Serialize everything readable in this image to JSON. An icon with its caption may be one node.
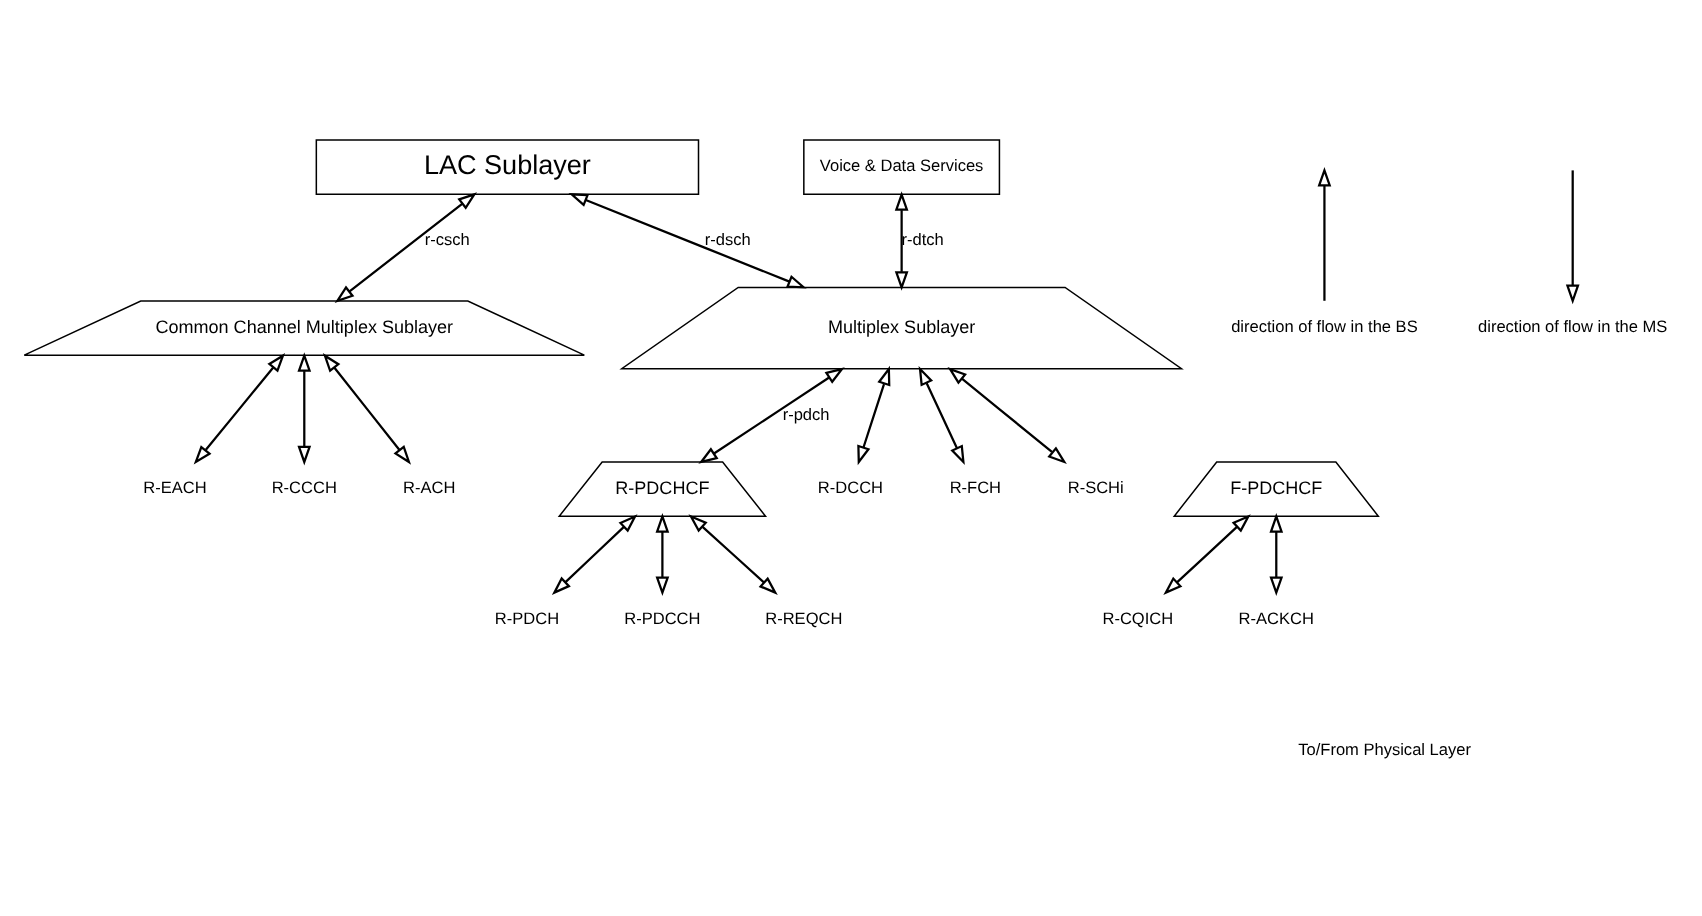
{
  "diagram": {
    "nodes": [
      {
        "text": [
          "LAC Sublayer"
        ]
      },
      {
        "text": [
          "Voice & Data Services"
        ]
      },
      {
        "text": [
          "Common Channel Multiplex Sublayer"
        ]
      },
      {
        "text": [
          "Multiplex Sublayer"
        ]
      },
      {
        "text": [
          "R-PDCHCF"
        ]
      },
      {
        "text": [
          "F-PDCHCF"
        ]
      },
      {
        "text": [
          "R-EACH"
        ]
      },
      {
        "text": [
          "R-CCCH"
        ]
      },
      {
        "text": [
          "R-ACH"
        ]
      },
      {
        "text": [
          "R-DCCH"
        ]
      },
      {
        "text": [
          "R-FCH"
        ]
      },
      {
        "text": [
          "R-SCHi"
        ]
      },
      {
        "text": [
          "R-PDCH"
        ]
      },
      {
        "text": [
          "R-PDCCH"
        ]
      },
      {
        "text": [
          "R-REQCH"
        ]
      },
      {
        "text": [
          "R-CQICH"
        ]
      },
      {
        "text": [
          "R-ACKCH"
        ]
      }
    ],
    "edges": [
      {
        "from": 0,
        "to": 2,
        "arrow": "both",
        "label": "r-csch"
      },
      {
        "from": 0,
        "to": 3,
        "arrow": "both",
        "label": "r-dsch"
      },
      {
        "from": 1,
        "to": 3,
        "arrow": "both",
        "label": "r-dtch"
      },
      {
        "from": 3,
        "to": 4,
        "arrow": "both",
        "label": "r-pdch"
      },
      {
        "from": 2,
        "to": 6,
        "arrow": "both"
      },
      {
        "from": 2,
        "to": 7,
        "arrow": "both"
      },
      {
        "from": 2,
        "to": 8,
        "arrow": "both"
      },
      {
        "from": 3,
        "to": 9,
        "arrow": "both"
      },
      {
        "from": 3,
        "to": 10,
        "arrow": "both"
      },
      {
        "from": 3,
        "to": 11,
        "arrow": "both"
      },
      {
        "from": 4,
        "to": 12,
        "arrow": "both"
      },
      {
        "from": 4,
        "to": 13,
        "arrow": "both"
      },
      {
        "from": 4,
        "to": 14,
        "arrow": "both"
      },
      {
        "from": 5,
        "to": 15,
        "arrow": "both"
      },
      {
        "from": 5,
        "to": 16,
        "arrow": "both"
      }
    ],
    "labels": [
      "To/From Physical Layer"
    ],
    "legend": [
      {
        "text": "direction of flow in the BS"
      },
      {
        "text": "direction of flow in the MS"
      }
    ]
  }
}
